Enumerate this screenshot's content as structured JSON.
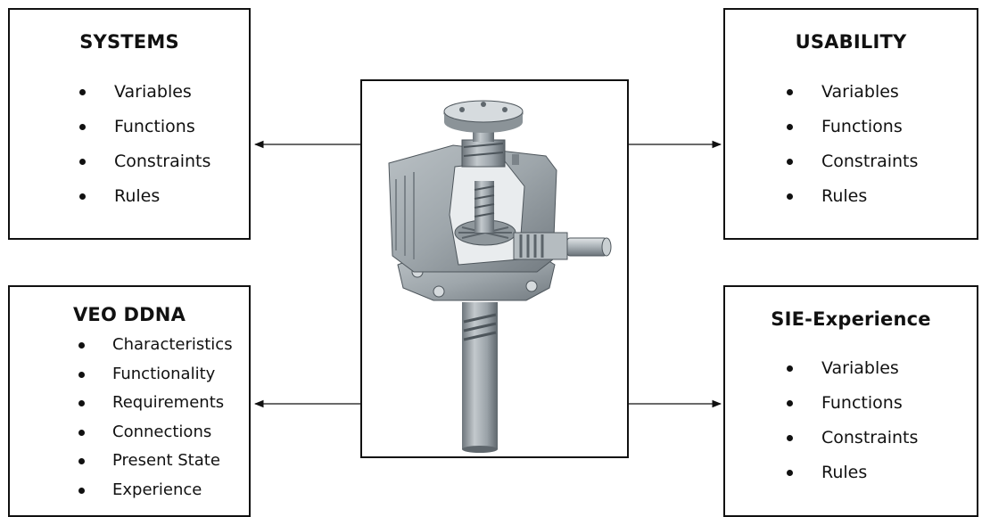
{
  "boxes": {
    "systems": {
      "title": "SYSTEMS",
      "items": [
        "Variables",
        "Functions",
        "Constraints",
        "Rules"
      ]
    },
    "usability": {
      "title": "USABILITY",
      "items": [
        "Variables",
        "Functions",
        "Constraints",
        "Rules"
      ]
    },
    "veo_ddna": {
      "title": "VEO DDNA",
      "items": [
        "Characteristics",
        "Functionality",
        "Requirements",
        "Connections",
        "Present State",
        "Experience"
      ]
    },
    "sie_experience": {
      "title": "SIE-Experience",
      "items": [
        "Variables",
        "Functions",
        "Constraints",
        "Rules"
      ]
    }
  },
  "center": {
    "image_icon": "screw-jack-gearbox-icon"
  },
  "colors": {
    "line": "#111111",
    "metal": "#9aa2a8",
    "metal_dark": "#5f676d",
    "metal_light": "#d3d8db"
  }
}
